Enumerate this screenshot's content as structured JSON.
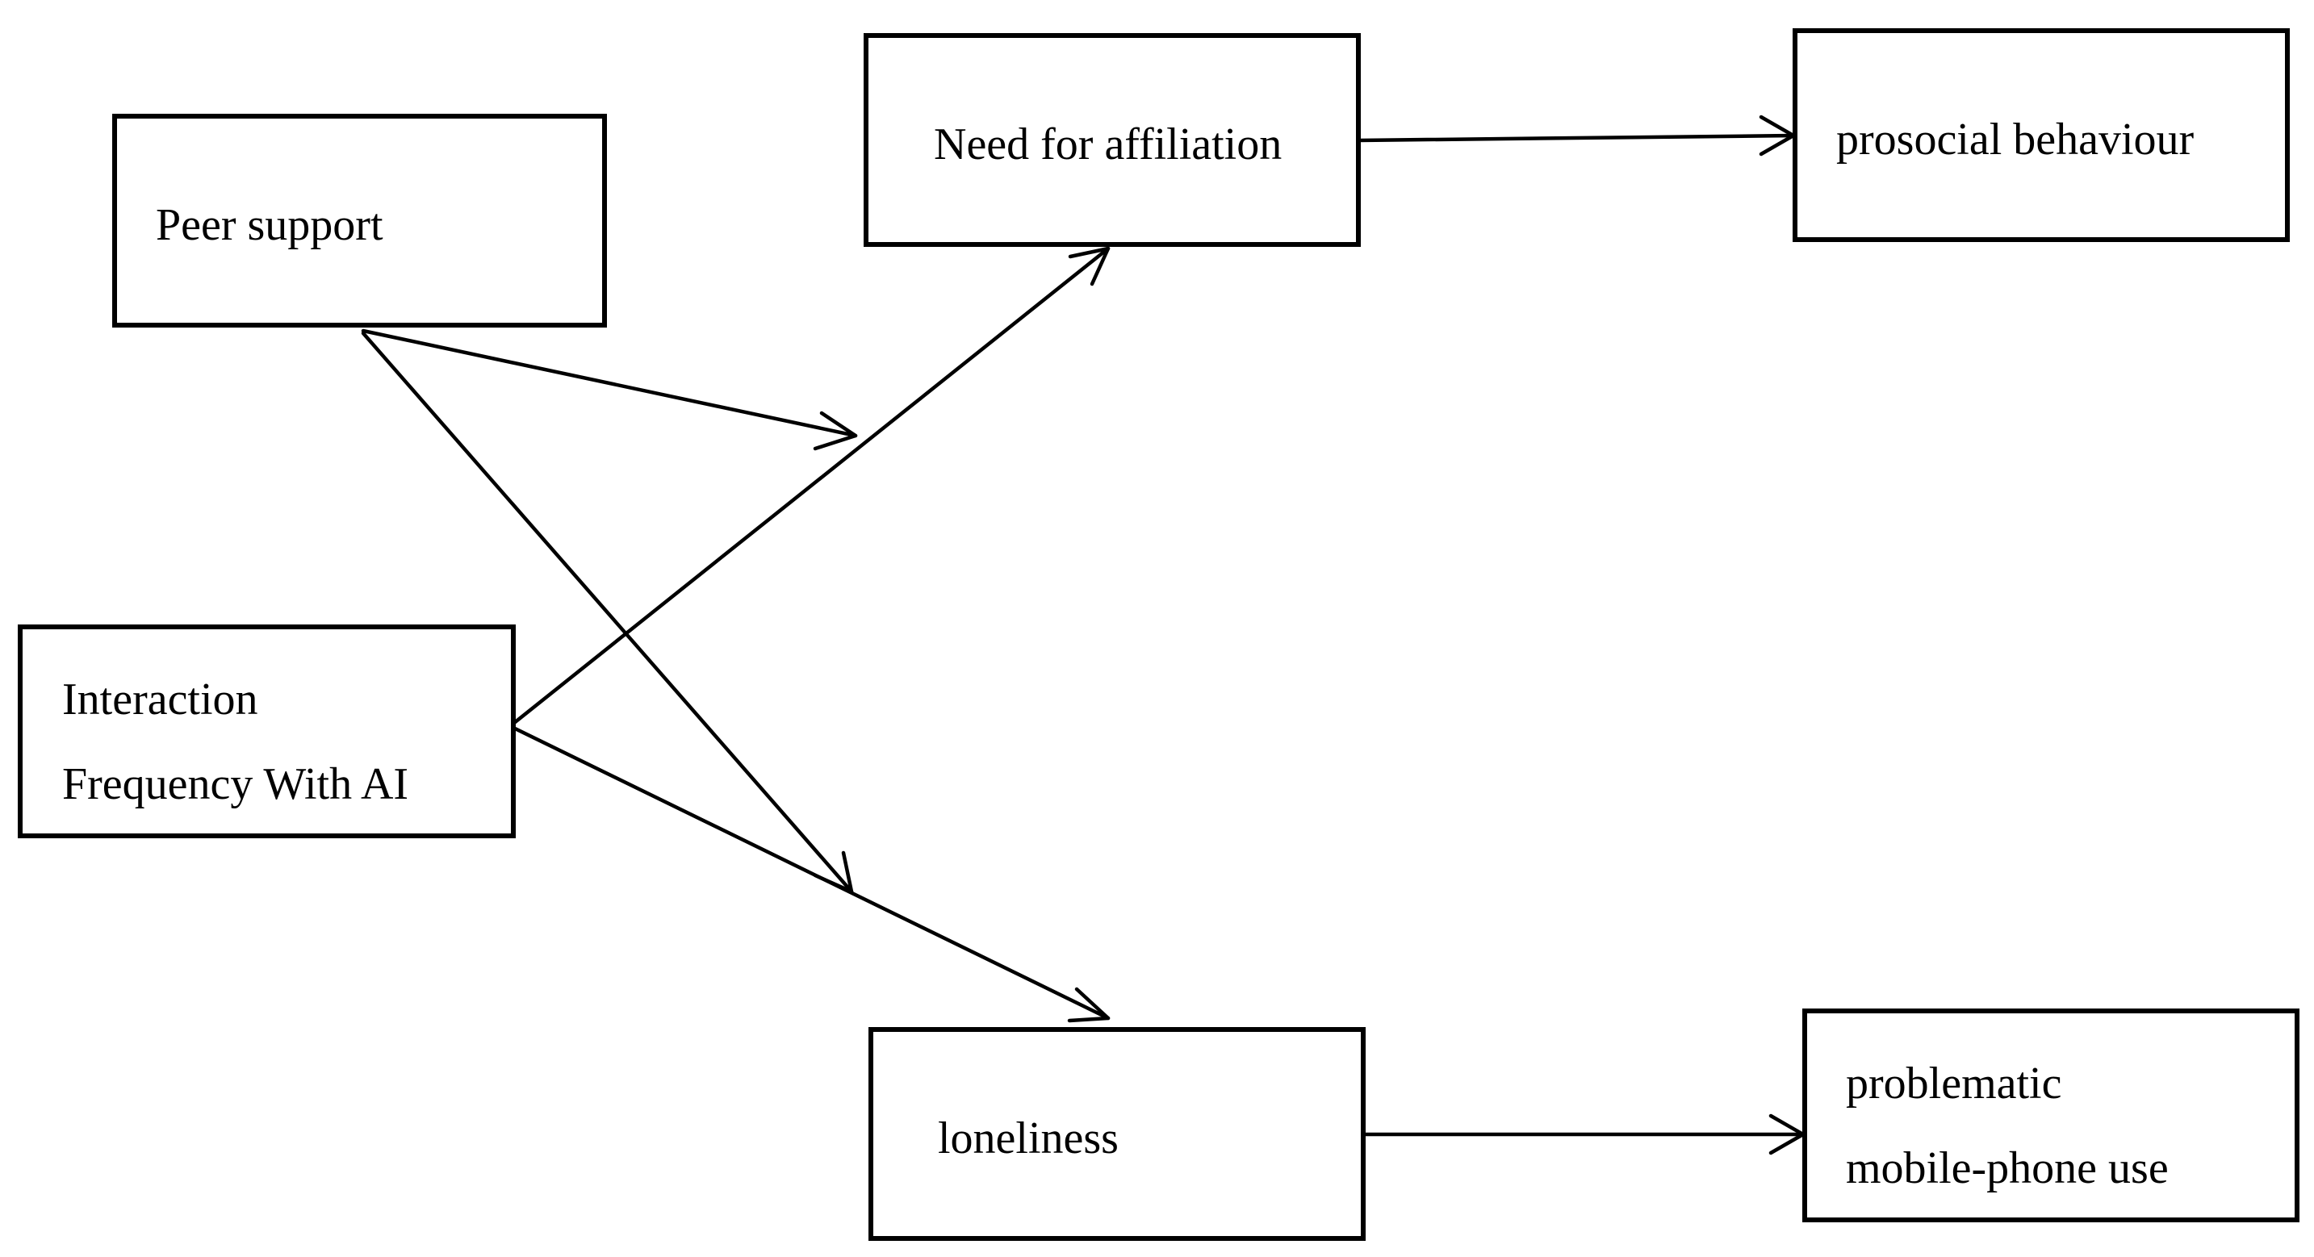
{
  "diagram": {
    "nodes": {
      "peer_support": {
        "label": "Peer support"
      },
      "interaction_frequency": {
        "line1": "Interaction",
        "line2": "Frequency With AI"
      },
      "need_for_affiliation": {
        "label": "Need for affiliation"
      },
      "prosocial_behaviour": {
        "label": "prosocial behaviour"
      },
      "loneliness": {
        "label": "loneliness"
      },
      "problematic_mobile_phone_use": {
        "line1": "problematic",
        "line2": "mobile-phone use"
      }
    },
    "edges": [
      {
        "from": "Peer support",
        "to": "Need for affiliation",
        "kind": "moderation"
      },
      {
        "from": "Peer support",
        "to": "loneliness",
        "kind": "moderation"
      },
      {
        "from": "Interaction Frequency With AI",
        "to": "Need for affiliation"
      },
      {
        "from": "Interaction Frequency With AI",
        "to": "loneliness"
      },
      {
        "from": "Need for affiliation",
        "to": "prosocial behaviour"
      },
      {
        "from": "loneliness",
        "to": "problematic mobile-phone use"
      }
    ],
    "line_color": "#000000"
  }
}
